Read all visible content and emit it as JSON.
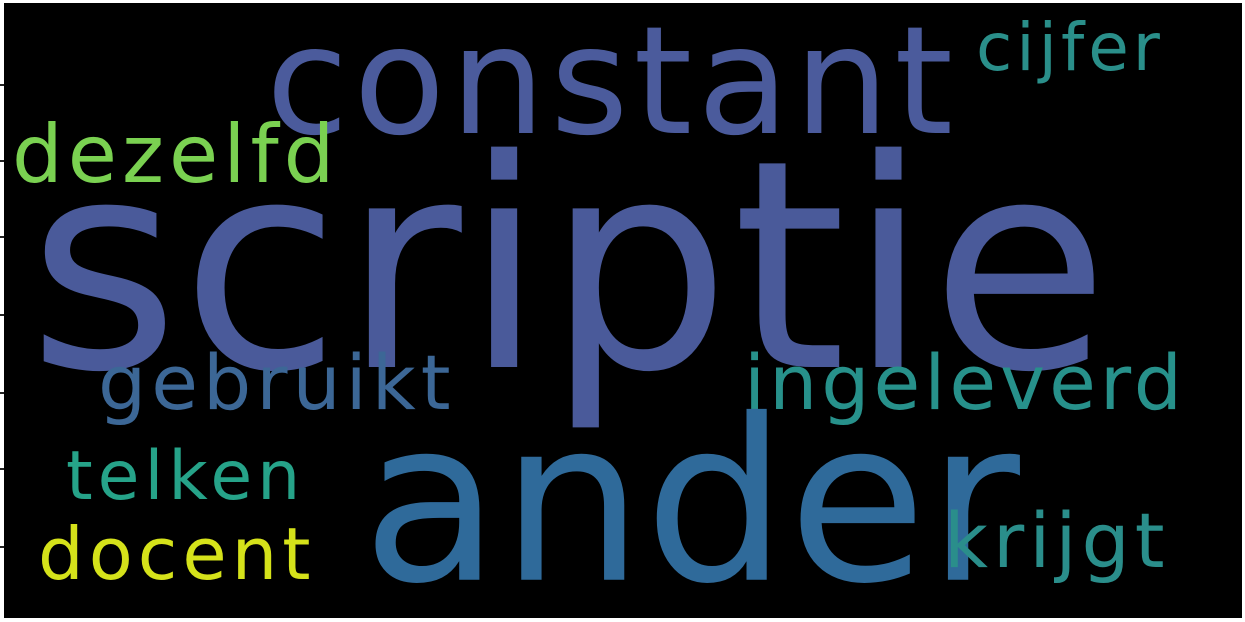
{
  "wordcloud": {
    "words": [
      {
        "key": "constant",
        "text": "constant",
        "color": "#4b5b9c"
      },
      {
        "key": "cijfer",
        "text": "cijfer",
        "color": "#2a8f8a"
      },
      {
        "key": "dezelfd",
        "text": "dezelfd",
        "color": "#7ad151"
      },
      {
        "key": "scriptie",
        "text": "scriptie",
        "color": "#4a5a9a"
      },
      {
        "key": "gebruikt",
        "text": "gebruikt",
        "color": "#3c6796"
      },
      {
        "key": "ingeleverd",
        "text": "ingeleverd",
        "color": "#27918b"
      },
      {
        "key": "telken",
        "text": "telken",
        "color": "#26a389"
      },
      {
        "key": "ander",
        "text": "ander",
        "color": "#2f6a9a"
      },
      {
        "key": "docent",
        "text": "docent",
        "color": "#d5e21a"
      },
      {
        "key": "krijgt",
        "text": "krijgt",
        "color": "#2a8e8b"
      }
    ]
  }
}
